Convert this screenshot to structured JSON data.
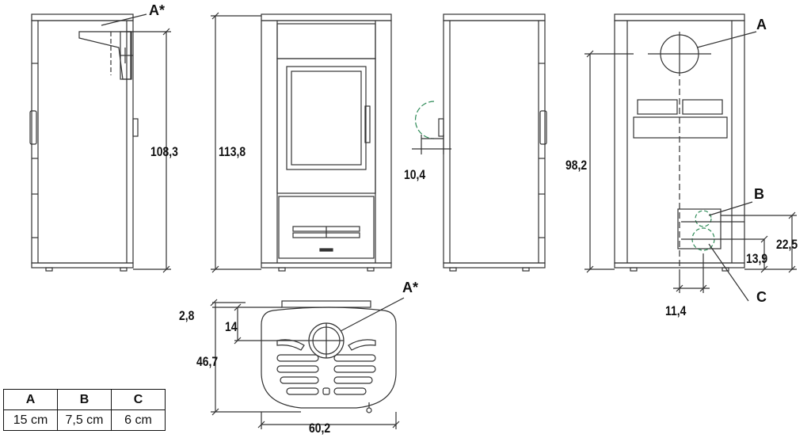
{
  "point_labels": {
    "a_star_top": "A*",
    "a": "A",
    "b": "B",
    "c": "C",
    "a_star_plan": "A*"
  },
  "dimensions": {
    "side_height": "108,3",
    "front_height": "113,8",
    "side_offset": "10,4",
    "rear_outlet_height": "98,2",
    "rear_inlet_b_height": "22,5",
    "rear_inlet_c_height": "13,9",
    "rear_inlet_offset": "11,4",
    "plan_top_offset": "2,8",
    "plan_outlet_offset": "14",
    "plan_depth": "46,7",
    "plan_width": "60,2"
  },
  "legend": {
    "headers": [
      "A",
      "B",
      "C"
    ],
    "values": [
      "15 cm",
      "7,5 cm",
      "6 cm"
    ]
  },
  "colors": {
    "line": "#333333",
    "accent": "#2e8b57"
  }
}
